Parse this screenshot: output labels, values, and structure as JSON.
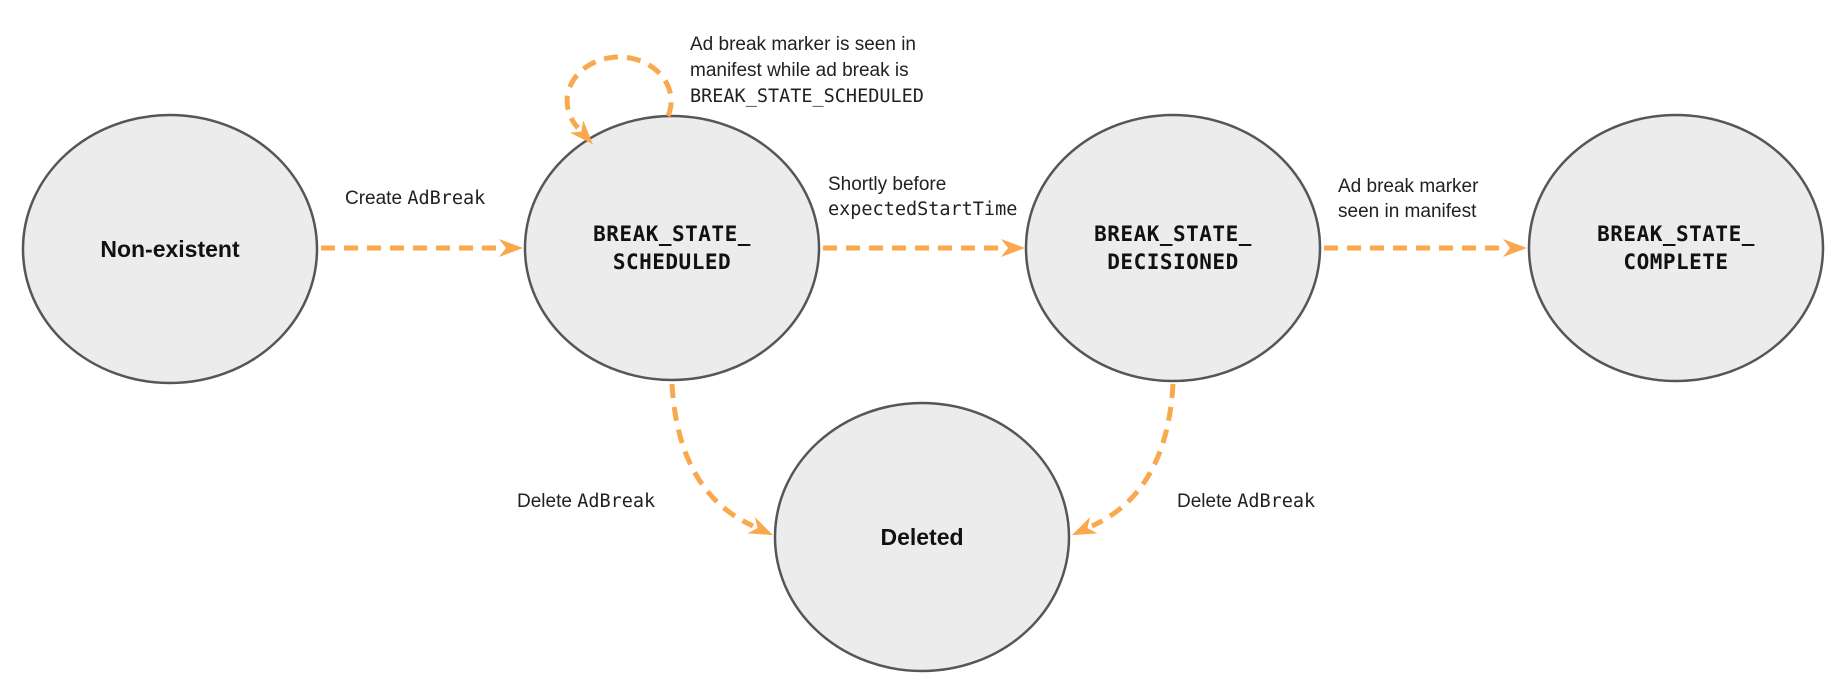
{
  "colors": {
    "arrow_orange": "#F9A84E",
    "node_fill": "#ECECEC",
    "node_border": "#55565A",
    "text": "#202124"
  },
  "states": {
    "non_existent": {
      "label": "Non-existent"
    },
    "scheduled": {
      "line1": "BREAK_STATE_",
      "line2": "SCHEDULED"
    },
    "decisioned": {
      "line1": "BREAK_STATE_",
      "line2": "DECISIONED"
    },
    "complete": {
      "line1": "BREAK_STATE_",
      "line2": "COMPLETE"
    },
    "deleted": {
      "label": "Deleted"
    }
  },
  "edges": {
    "create": {
      "plain": "Create ",
      "code": "AdBreak"
    },
    "self_loop": {
      "line1": "Ad break marker is seen in",
      "line2": "manifest while ad break is",
      "code_line": "BREAK_STATE_SCHEDULED"
    },
    "to_decisioned": {
      "plain": "Shortly before",
      "code": "expectedStartTime"
    },
    "to_complete": {
      "line1": "Ad break marker",
      "line2": "seen in manifest"
    },
    "delete_from_scheduled": {
      "plain": "Delete ",
      "code": "AdBreak"
    },
    "delete_from_decisioned": {
      "plain": "Delete ",
      "code": "AdBreak"
    }
  }
}
